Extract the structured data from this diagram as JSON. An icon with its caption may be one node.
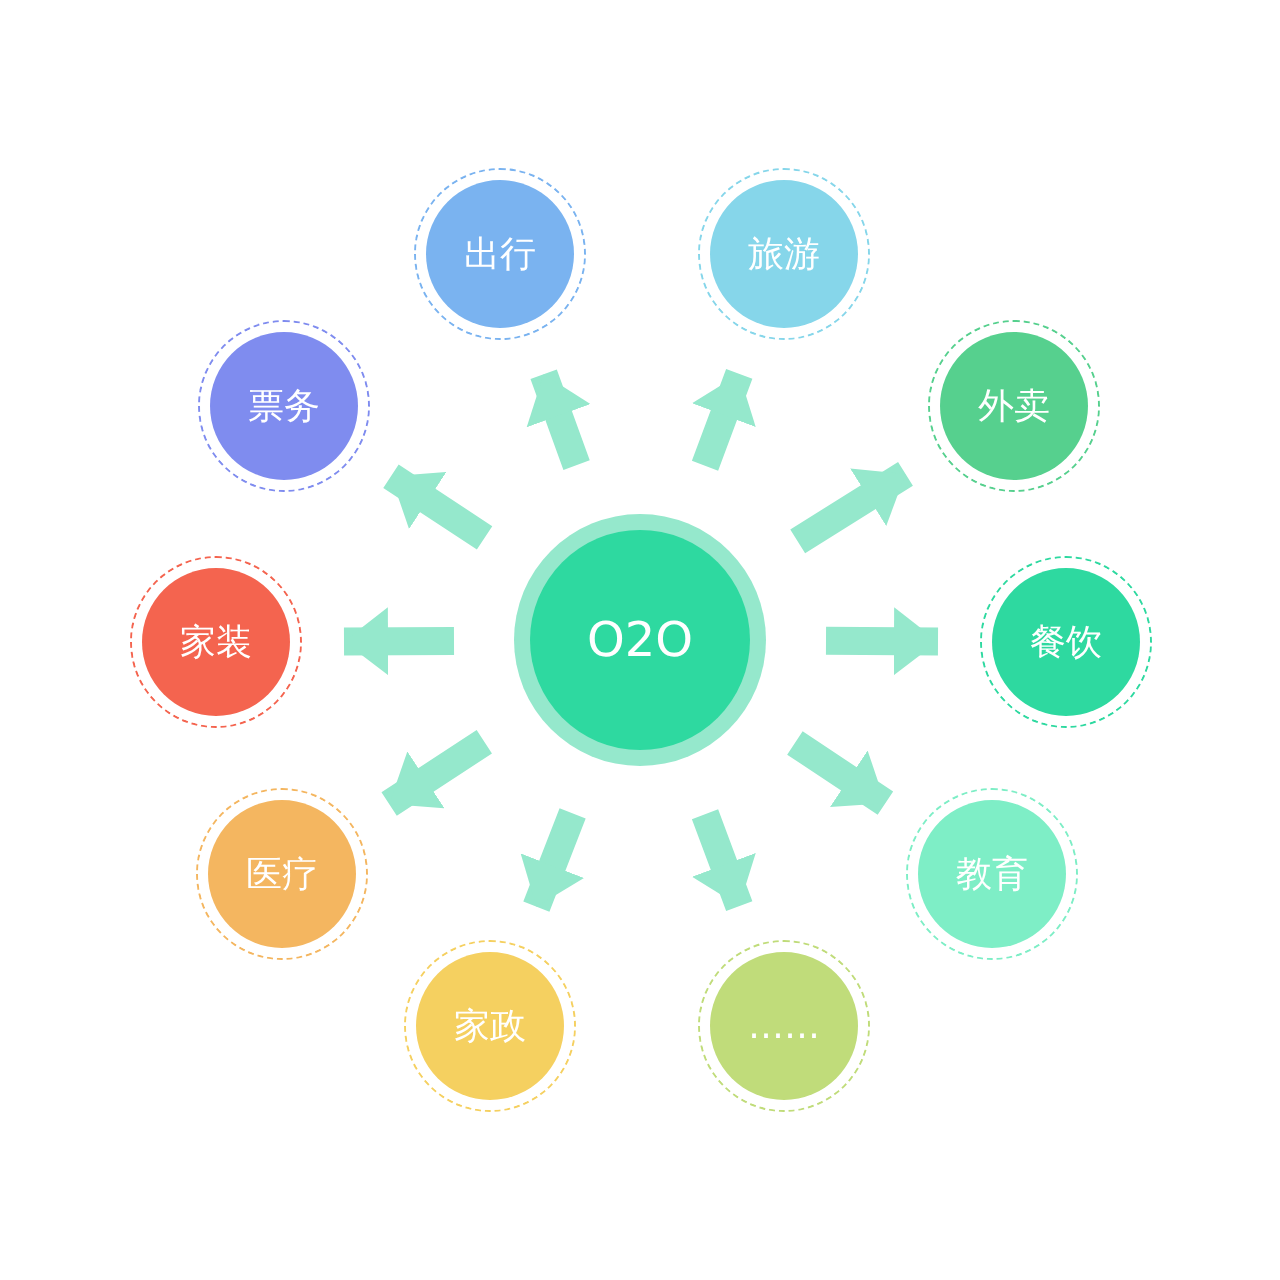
{
  "diagram": {
    "nodes": [
      {
        "text": [
          "O2O"
        ]
      },
      {
        "text": [
          "出行"
        ]
      },
      {
        "text": [
          "旅游"
        ]
      },
      {
        "text": [
          "外卖"
        ]
      },
      {
        "text": [
          "餐饮"
        ]
      },
      {
        "text": [
          "教育"
        ]
      },
      {
        "text": [
          "……"
        ]
      },
      {
        "text": [
          "家政"
        ]
      },
      {
        "text": [
          "医疗"
        ]
      },
      {
        "text": [
          "家装"
        ]
      },
      {
        "text": [
          "票务"
        ]
      }
    ],
    "edges": [
      {
        "from": 0,
        "to": 1,
        "arrow": "to"
      },
      {
        "from": 0,
        "to": 2,
        "arrow": "to"
      },
      {
        "from": 0,
        "to": 3,
        "arrow": "to"
      },
      {
        "from": 0,
        "to": 4,
        "arrow": "to"
      },
      {
        "from": 0,
        "to": 5,
        "arrow": "to"
      },
      {
        "from": 0,
        "to": 6,
        "arrow": "to"
      },
      {
        "from": 0,
        "to": 7,
        "arrow": "to"
      },
      {
        "from": 0,
        "to": 8,
        "arrow": "to"
      },
      {
        "from": 0,
        "to": 9,
        "arrow": "to"
      },
      {
        "from": 0,
        "to": 10,
        "arrow": "to"
      }
    ]
  }
}
